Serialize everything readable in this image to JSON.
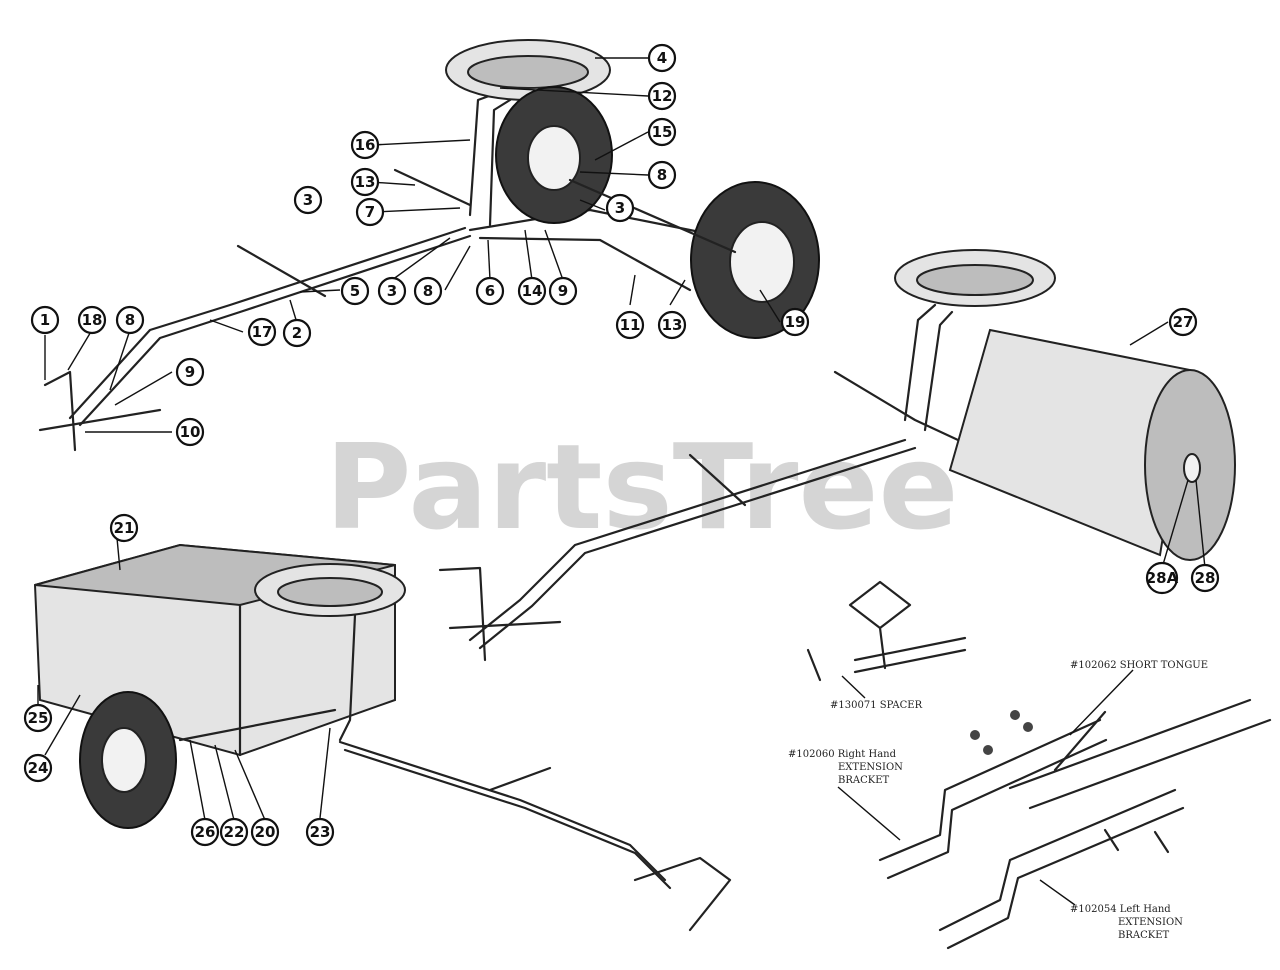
{
  "watermark": "PartsTree",
  "callouts": [
    "1",
    "2",
    "3",
    "3",
    "3",
    "4",
    "5",
    "6",
    "7",
    "8",
    "8",
    "8",
    "9",
    "9",
    "10",
    "11",
    "12",
    "13",
    "13",
    "14",
    "15",
    "16",
    "17",
    "18",
    "19",
    "20",
    "21",
    "22",
    "23",
    "24",
    "25",
    "26",
    "27",
    "28",
    "28A"
  ],
  "bracket_labels": {
    "spacer": "#130071 SPACER",
    "short_tongue": "#102062 SHORT TONGUE",
    "right_hand_1": "#102060 Right Hand",
    "right_hand_2": "EXTENSION",
    "right_hand_3": "BRACKET",
    "left_hand_1": "#102054 Left Hand",
    "left_hand_2": "EXTENSION",
    "left_hand_3": "BRACKET"
  }
}
